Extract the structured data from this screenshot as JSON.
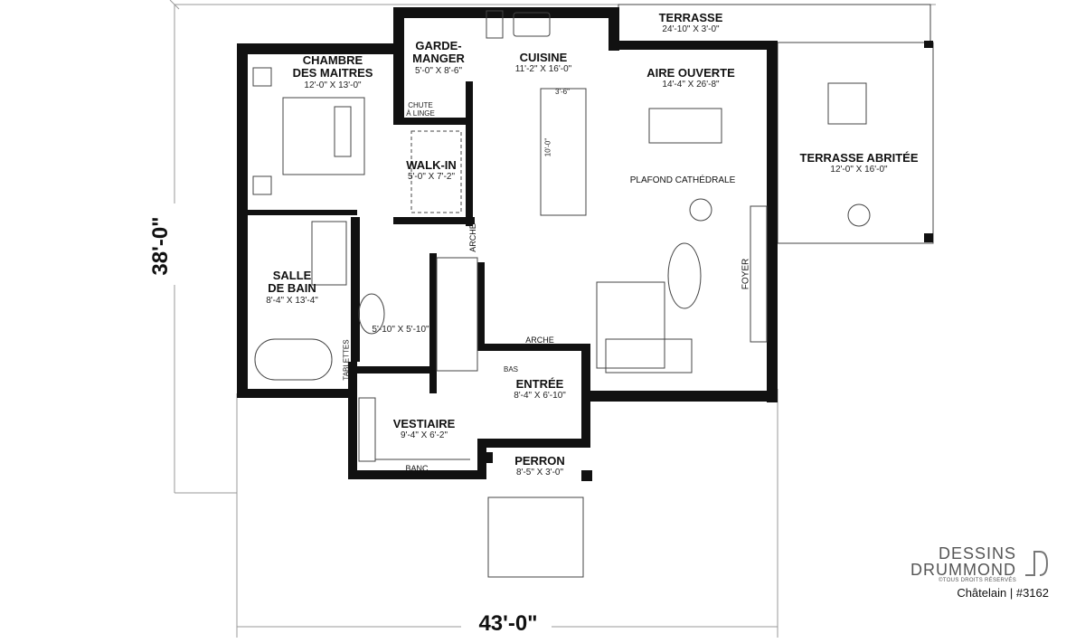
{
  "plan": {
    "title": "Châtelain | #3162",
    "overall_dimensions": {
      "depth": "38'-0\"",
      "width": "43'-0\""
    },
    "rooms": [
      {
        "id": "chambre",
        "name_line1": "CHAMBRE",
        "name_line2": "DES MAITRES",
        "size": "12'-0\" X 13'-0\""
      },
      {
        "id": "garde-manger",
        "name_line1": "GARDE-",
        "name_line2": "MANGER",
        "size": "5'-0\" X 8'-6\""
      },
      {
        "id": "cuisine",
        "name_line1": "CUISINE",
        "size": "11'-2\" X 16'-0\""
      },
      {
        "id": "terrasse",
        "name_line1": "TERRASSE",
        "size": "24'-10\" X 3'-0\""
      },
      {
        "id": "aire-ouverte",
        "name_line1": "AIRE OUVERTE",
        "size": "14'-4\" X 26'-8\""
      },
      {
        "id": "terrasse-abritee",
        "name_line1": "TERRASSE ABRITÉE",
        "size": "12'-0\" X 16'-0\""
      },
      {
        "id": "walk-in",
        "name_line1": "WALK-IN",
        "size": "5'-0\" X 7'-2\""
      },
      {
        "id": "salle-de-bain",
        "name_line1": "SALLE",
        "name_line2": "DE BAIN",
        "size": "8'-4\" X 13'-4\""
      },
      {
        "id": "salle-eau",
        "size": "5'-10\" X 5'-10\""
      },
      {
        "id": "entree",
        "name_line1": "ENTRÉE",
        "size": "8'-4\" X 6'-10\""
      },
      {
        "id": "vestiaire",
        "name_line1": "VESTIAIRE",
        "size": "9'-4\" X 6'-2\""
      },
      {
        "id": "perron",
        "name_line1": "PERRON",
        "size": "8'-5\" X 3'-0\""
      }
    ],
    "annotations": {
      "chute_line1": "CHUTE",
      "chute_line2": "À LINGE",
      "island_width": "3'-6\"",
      "island_length": "10'-0\"",
      "plafond": "PLAFOND CATHÉDRALE",
      "arche_vertical": "ARCHE",
      "arche_horizontal": "ARCHE",
      "foyer": "FOYER",
      "tablettes": "TABLETTES",
      "bas": "BAS",
      "banc": "BANC"
    },
    "brand": {
      "line1": "DESSINS",
      "line2": "DRUMMOND",
      "copyright": "©TOUS DROITS RÉSERVÉS",
      "model": "Châtelain | #3162"
    },
    "colors": {
      "wall": "#111111",
      "line": "#444444",
      "dim_line": "#999999",
      "brand": "#555555"
    }
  }
}
